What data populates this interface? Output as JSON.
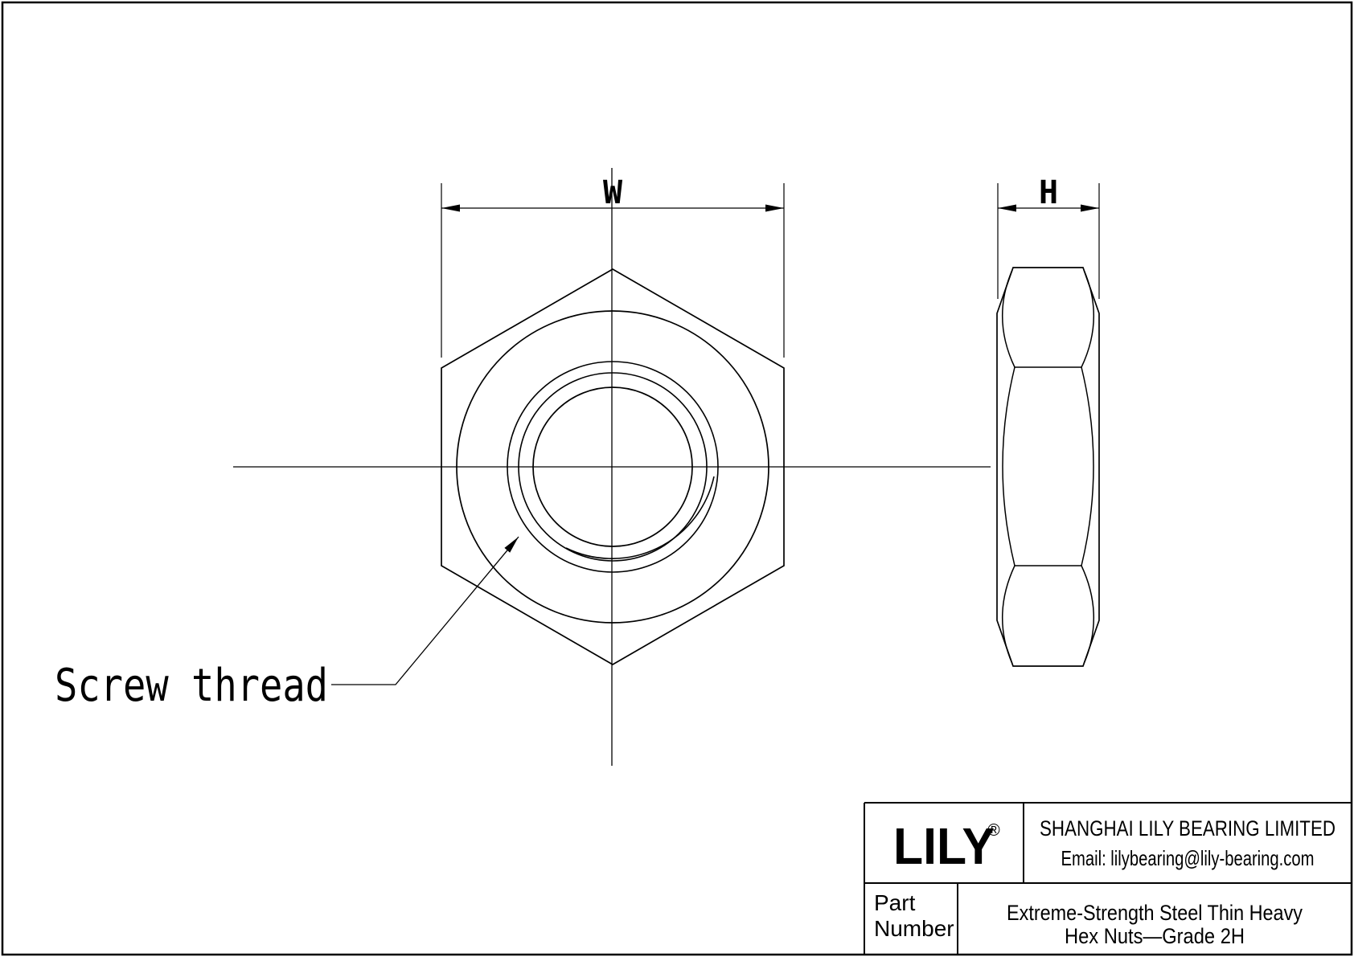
{
  "page": {
    "background": "#ffffff",
    "line_color": "#000000"
  },
  "labels": {
    "width_dim": "W",
    "height_dim": "H",
    "thread_callout": "Screw thread"
  },
  "title_block": {
    "logo_text": "LILY",
    "registered_mark": "®",
    "company_name": "SHANGHAI LILY BEARING LIMITED",
    "email": "Email: lilybearing@lily-bearing.com",
    "part_label": {
      "line1": "Part",
      "line2": "Number"
    },
    "part_description": {
      "line1": "Extreme-Strength Steel Thin Heavy",
      "line2": "Hex Nuts—Grade 2H"
    }
  }
}
